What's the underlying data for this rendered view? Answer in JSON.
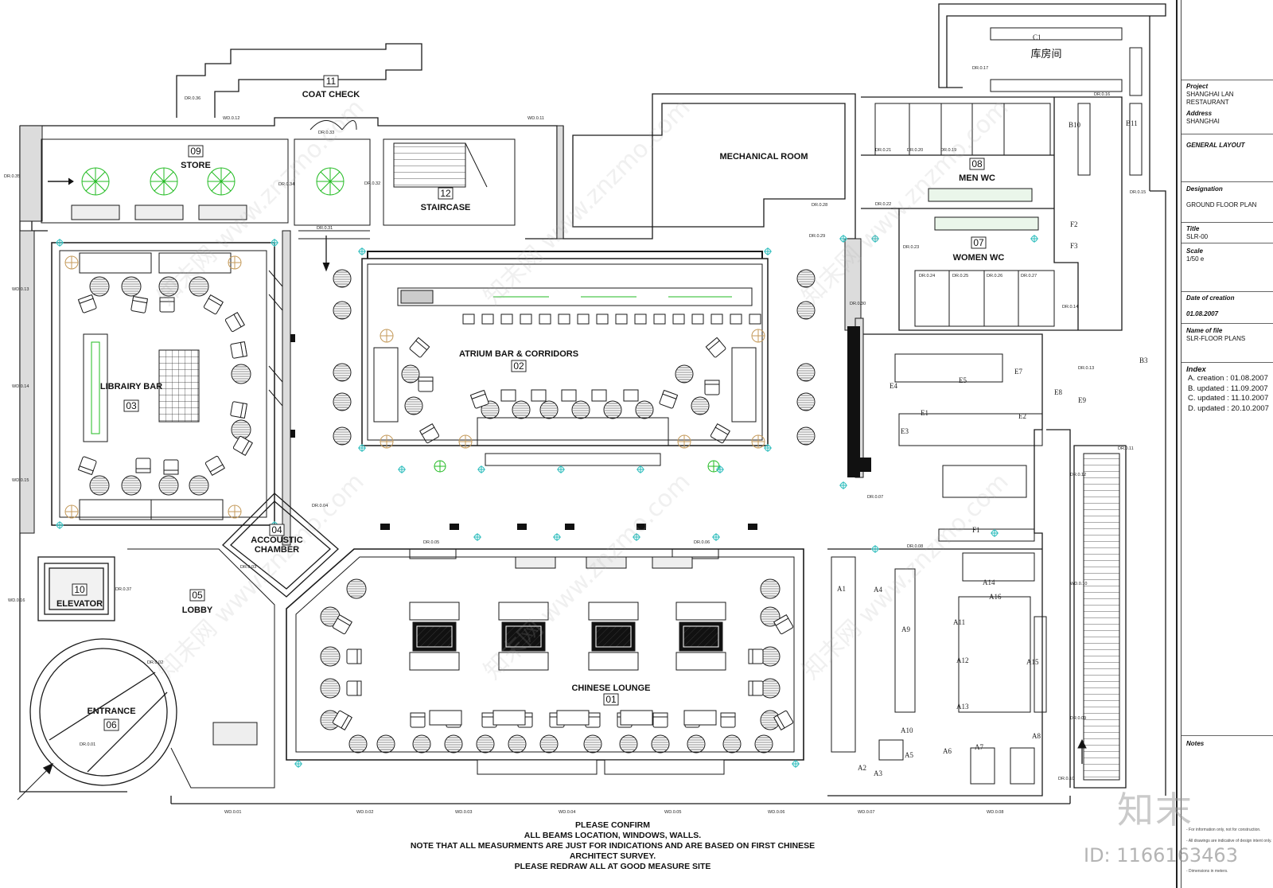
{
  "rooms": [
    {
      "num": "01",
      "name": "CHINESE LOUNGE"
    },
    {
      "num": "02",
      "name": "ATRIUM BAR & CORRIDORS"
    },
    {
      "num": "03",
      "name": "LIBRAIRY BAR"
    },
    {
      "num": "04",
      "name": "ACCOUSTIC\nCHAMBER"
    },
    {
      "num": "05",
      "name": "LOBBY"
    },
    {
      "num": "06",
      "name": "ENTRANCE"
    },
    {
      "num": "07",
      "name": "WOMEN WC"
    },
    {
      "num": "08",
      "name": "MEN WC"
    },
    {
      "num": "09",
      "name": "STORE"
    },
    {
      "num": "10",
      "name": "ELEVATOR"
    },
    {
      "num": "11",
      "name": "COAT CHECK"
    },
    {
      "num": "12",
      "name": "STAIRCASE"
    }
  ],
  "other_rooms": {
    "mechanical": "MECHANICAL ROOM",
    "storage": "库房间"
  },
  "door_tags": [
    "DR.0.01",
    "DR.0.02",
    "DR.0.03",
    "DR.0.04",
    "DR.0.05",
    "DR.0.06",
    "DR.0.07",
    "DR.0.08",
    "DR.0.09",
    "DR.0.10",
    "DR.0.11",
    "DR.0.12",
    "DR.0.13",
    "DR.0.14",
    "DR.0.15",
    "DR.0.16",
    "DR.0.17",
    "DR.0.19",
    "DR.0.20",
    "DR.0.21",
    "DR.0.22",
    "DR.0.23",
    "DR.0.24",
    "DR.0.25",
    "DR.0.26",
    "DR.0.27",
    "DR.0.28",
    "DR.0.29",
    "DR.0.30",
    "DR.0.31",
    "DR.0.32",
    "DR.0.33",
    "DR.0.34",
    "DR.0.35",
    "DR.0.36",
    "DR.0.37"
  ],
  "window_tags": [
    "WD.0.01",
    "WD.0.02",
    "WD.0.03",
    "WD.0.04",
    "WD.0.05",
    "WD.0.06",
    "WD.0.07",
    "WD.0.08",
    "WD.0.10",
    "WD.0.11",
    "WD.0.12",
    "WD.0.13",
    "WD.0.14",
    "WD.0.15",
    "WD.0.16"
  ],
  "kitchen_equipment": [
    "A1",
    "A2",
    "A3",
    "A4",
    "A5",
    "A6",
    "A7",
    "A8",
    "A9",
    "A10",
    "A11",
    "A12",
    "A13",
    "A14",
    "A15",
    "A16",
    "E1",
    "E2",
    "E3",
    "E4",
    "E5",
    "E7",
    "E8",
    "E9",
    "F1",
    "F2",
    "F3",
    "B10",
    "B11",
    "B3",
    "C1"
  ],
  "notes": [
    "PLEASE CONFIRM",
    "ALL BEAMS LOCATION, WINDOWS, WALLS.",
    "NOTE THAT ALL MEASURMENTS ARE JUST FOR INDICATIONS AND ARE BASED ON FIRST CHINESE",
    "ARCHITECT SURVEY.",
    "PLEASE REDRAW ALL AT GOOD MEASURE SITE"
  ],
  "title_block": {
    "project_label": "Project",
    "project_value": "SHANGHAI LAN RESTAURANT",
    "address_label": "Address",
    "address_value": "SHANGHAI",
    "sheet_title": "GENERAL LAYOUT",
    "designation_label": "Designation",
    "designation_value": "GROUND FLOOR PLAN",
    "title_label": "Title",
    "title_value": "SLR-00",
    "scale_label": "Scale",
    "scale_value": "1/50 e",
    "date_label": "Date of creation",
    "date_value": "01.08.2007",
    "file_label": "Name of file",
    "file_value": "SLR-FLOOR PLANS",
    "index_label": "Index",
    "index_items": [
      "A. creation :  01.08.2007",
      "B. updated :  11.09.2007",
      "C. updated :  11.10.2007",
      "D. updated :  20.10.2007"
    ],
    "notes_label": "Notes",
    "small_notes": [
      "- For information only, not for construction.",
      "- All drawings are indicative of design intent only.",
      "- Dimensions in meters."
    ]
  },
  "watermark": {
    "logo_text": "知末",
    "id_text": "ID: 1166163463",
    "diagonal_text": "知末网 www.znzmo.com"
  },
  "colors": {
    "line": "#1a1a1a",
    "plant": "#22bb22",
    "column_mark": "#2bbcbc",
    "light_fixture": "#c49a5a",
    "panel_fill": "#e8e8e8"
  }
}
